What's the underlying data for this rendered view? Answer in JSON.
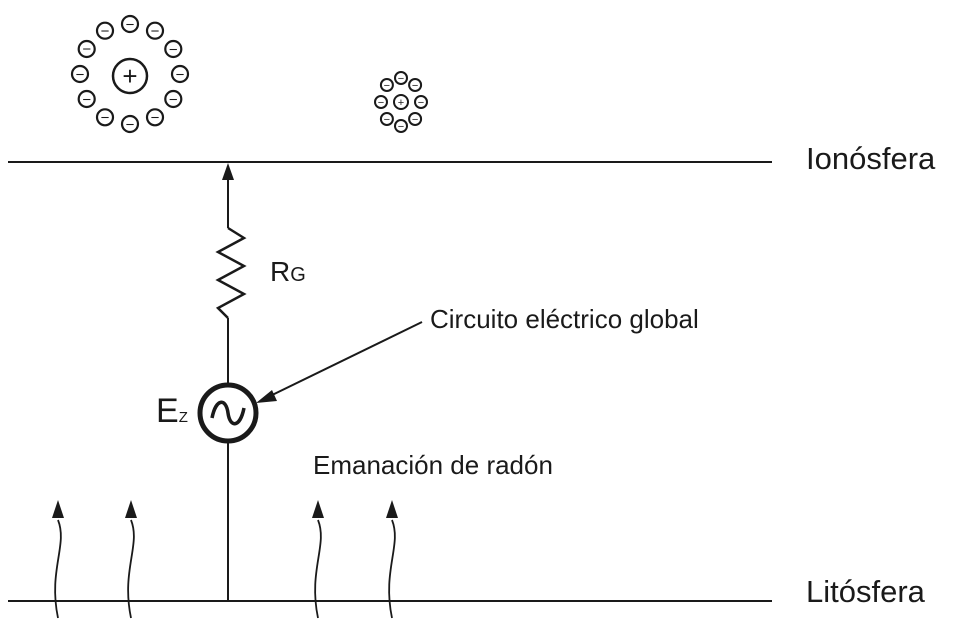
{
  "labels": {
    "ionosphere": "Ionósfera",
    "lithosphere": "Litósfera",
    "global_circuit": "Circuito eléctrico global",
    "radon_emanation": "Emanación de radón",
    "resistance_main": "R",
    "resistance_sub": "G",
    "field_main": "E",
    "field_sub": "Z"
  },
  "symbols": {
    "positive": "+",
    "negative": "−",
    "ac_source": "~"
  },
  "colors": {
    "line": "#1a1a1a",
    "background": "#ffffff"
  }
}
